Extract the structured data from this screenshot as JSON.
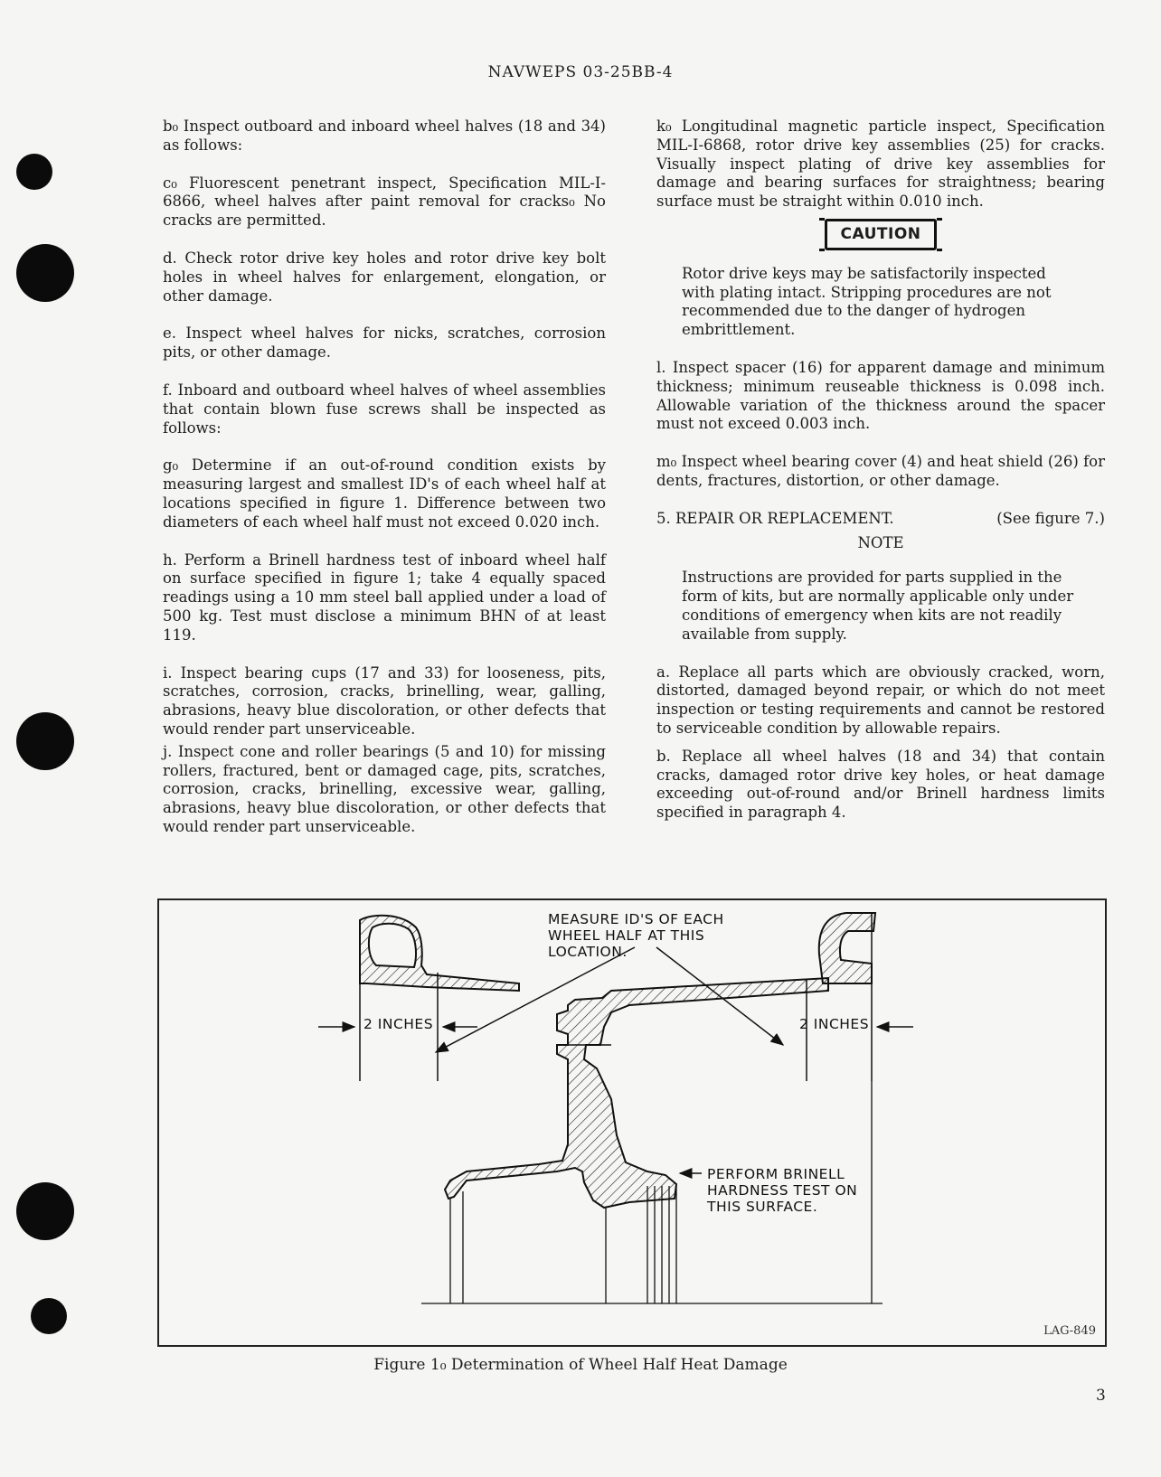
{
  "header": {
    "doc_number": "NAVWEPS 03-25BB-4"
  },
  "left_column": [
    "b₀ Inspect outboard and inboard wheel halves (18 and 34) as follows:",
    "c₀ Fluorescent penetrant inspect, Specification MIL-I-6866, wheel halves after paint removal for cracks₀ No cracks are permitted.",
    "d. Check rotor drive key holes and rotor drive key bolt holes in wheel halves for enlargement, elongation, or other damage.",
    "e. Inspect wheel halves for nicks, scratches, corrosion pits, or other damage.",
    "f. Inboard and outboard wheel halves of wheel assemblies that contain blown fuse screws shall be inspected as follows:",
    "g₀ Determine if an out-of-round condition exists by measuring largest and smallest ID's of each wheel half at locations specified in figure 1. Difference between two diameters of each wheel half must not exceed 0.020 inch.",
    "h. Perform a Brinell hardness test of inboard wheel half on surface specified in figure 1; take 4 equally spaced readings using a 10 mm steel ball applied under a load of 500 kg. Test must disclose a minimum BHN of at least 119.",
    "i. Inspect bearing cups (17 and 33) for looseness, pits, scratches, corrosion, cracks, brinelling, wear, galling, abrasions, heavy blue discoloration, or other defects that would render part unserviceable.",
    "j. Inspect cone and roller bearings (5 and 10) for missing rollers, fractured, bent or damaged cage, pits, scratches, corrosion, cracks, brinelling, excessive wear, galling, abrasions, heavy blue discoloration, or other defects that would render part unserviceable."
  ],
  "right_column": {
    "para_k": "k₀ Longitudinal magnetic particle inspect, Specification MIL-I-6868, rotor drive key assemblies (25) for cracks. Visually inspect plating of drive key assemblies for damage and bearing surfaces for straightness; bearing surface must be straight within 0.010 inch.",
    "caution_label": "CAUTION",
    "caution_text": "Rotor drive keys may be satisfactorily inspected with plating intact. Stripping procedures are not recommended due to the danger of hydrogen embrittlement.",
    "para_l": "l. Inspect spacer (16) for apparent damage and minimum thickness; minimum reuseable thickness is 0.098 inch. Allowable variation of the thickness around the spacer must not exceed 0.003 inch.",
    "para_m": "m₀ Inspect wheel bearing cover (4) and heat shield (26) for dents, fractures, distortion, or other damage.",
    "section_title": "5. REPAIR OR REPLACEMENT.",
    "section_ref": "(See figure 7.)",
    "note_label": "NOTE",
    "note_text": "Instructions are provided for parts supplied in the form of kits, but are normally applicable only under conditions of emergency when kits are not readily available from supply.",
    "para_a": "a. Replace all parts which are obviously cracked, worn, distorted, damaged beyond repair, or which do not meet inspection or testing requirements and cannot be restored to serviceable condition by allowable repairs.",
    "para_b": "b. Replace all wheel halves (18 and 34) that contain cracks, damaged rotor drive key holes, or heat damage exceeding out-of-round and/or Brinell hardness limits specified in paragraph 4."
  },
  "figure": {
    "label_measure": "MEASURE ID'S OF EACH\nWHEEL HALF AT THIS\nLOCATION.",
    "label_left_dim": "2 INCHES",
    "label_right_dim": "2 INCHES",
    "label_brinell": "PERFORM BRINELL\nHARDNESS TEST ON\nTHIS SURFACE.",
    "drawing_code": "LAG-849",
    "caption": "Figure 1₀ Determination of Wheel Half Heat Damage"
  },
  "page_number": "3"
}
